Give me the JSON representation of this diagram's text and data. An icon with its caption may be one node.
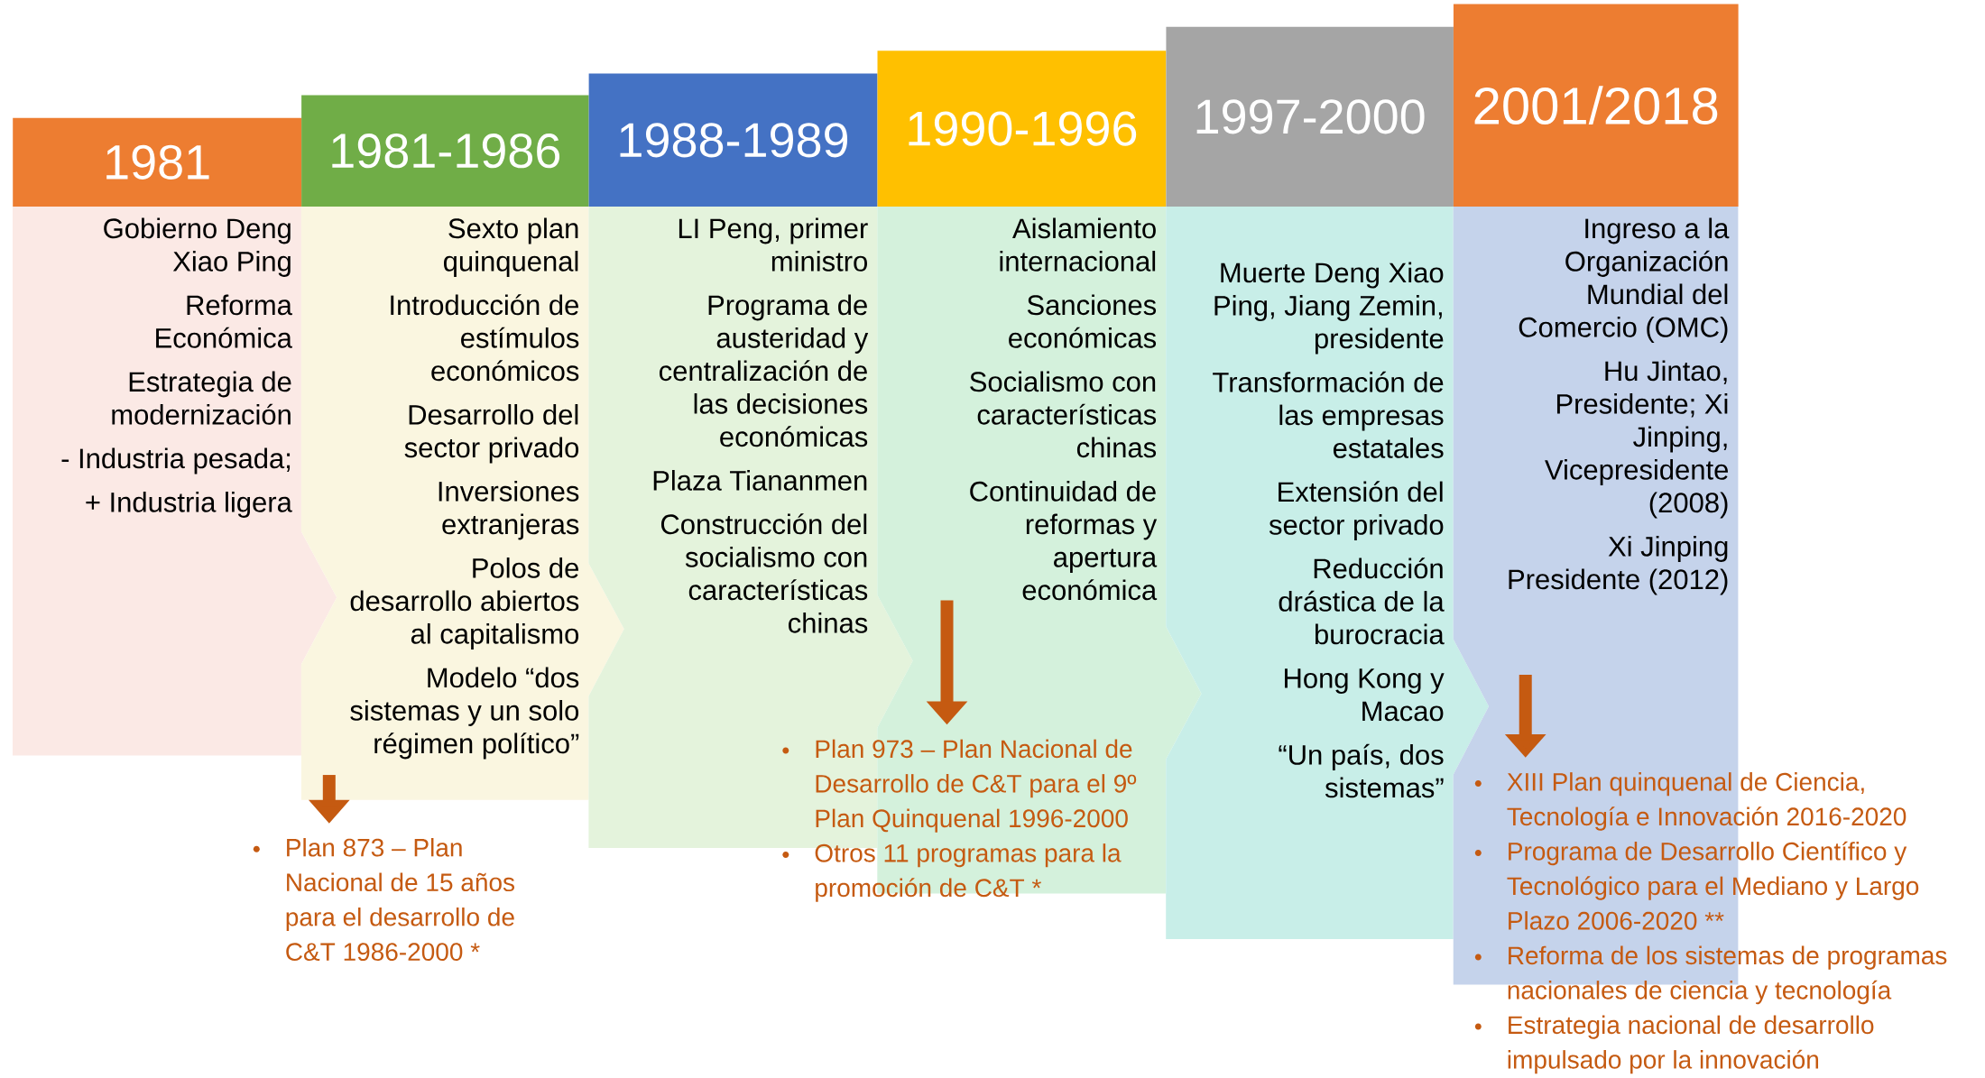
{
  "diagram": {
    "nodes": [
      {
        "text": [
          "1981"
        ]
      },
      {
        "text": [
          "1981-1986"
        ]
      },
      {
        "text": [
          "1988-1989"
        ]
      },
      {
        "text": [
          "1990-1996"
        ]
      },
      {
        "text": [
          "1997-2000"
        ]
      },
      {
        "text": [
          "2001/2018"
        ]
      },
      {
        "text": [
          "Gobierno Deng Xiao Ping",
          "Reforma Económica",
          "Estrategia de modernización",
          "- Industria pesada;",
          "+ Industria ligera"
        ]
      },
      {
        "text": [
          "Sexto plan quinquenal",
          "Introducción de estímulos económicos",
          "Desarrollo del sector privado",
          "Inversiones extranjeras",
          "Polos de desarrollo abiertos al capitalismo",
          "Modelo “dos sistemas y un solo régimen político”"
        ]
      },
      {
        "text": [
          "LI Peng, primer ministro",
          "Programa de austeridad y centralización de las decisiones económicas",
          "Plaza Tiananmen",
          "Construcción del socialismo con características chinas"
        ]
      },
      {
        "text": [
          "Aislamiento internacional",
          "Sanciones económicas",
          "Socialismo con características chinas",
          "Continuidad de reformas y apertura económica"
        ]
      },
      {
        "text": [
          "Muerte Deng Xiao Ping, Jiang Zemin, presidente",
          "Transformación de las empresas estatales",
          "Extensión del sector privado",
          "Reducción drástica de la burocracia",
          "Hong Kong y Macao",
          "“Un país, dos sistemas”"
        ]
      },
      {
        "text": [
          "Ingreso a la Organización Mundial del Comercio (OMC)",
          "Hu Jintao, Presidente; Xi Jinping, Vicepresidente (2008)",
          "Xi Jinping Presidente (2012)"
        ]
      },
      {
        "text": [
          "Plan 873 – Plan Nacional de 15 años para el desarrollo de C&T 1986-2000 *"
        ]
      },
      {
        "text": [
          "Plan 973 – Plan Nacional de Desarrollo de C&T para el 9º Plan Quinquenal 1996-2000",
          "Otros 11 programas para la promoción de C&T *"
        ]
      },
      {
        "text": [
          "XIII Plan quinquenal de Ciencia, Tecnología e Innovación 2016-2020",
          "Programa de Desarrollo Científico y Tecnológico para el Mediano y Largo Plazo 2006-2020 **",
          "Reforma de los sistemas de programas nacionales de ciencia y tecnología",
          "Estrategia nacional de desarrollo impulsado por la innovación"
        ]
      }
    ],
    "edges": [
      {
        "from": 7,
        "to": 12,
        "arrow": "to"
      },
      {
        "from": 9,
        "to": 13,
        "arrow": "to"
      },
      {
        "from": 11,
        "to": 14,
        "arrow": "to"
      }
    ]
  }
}
